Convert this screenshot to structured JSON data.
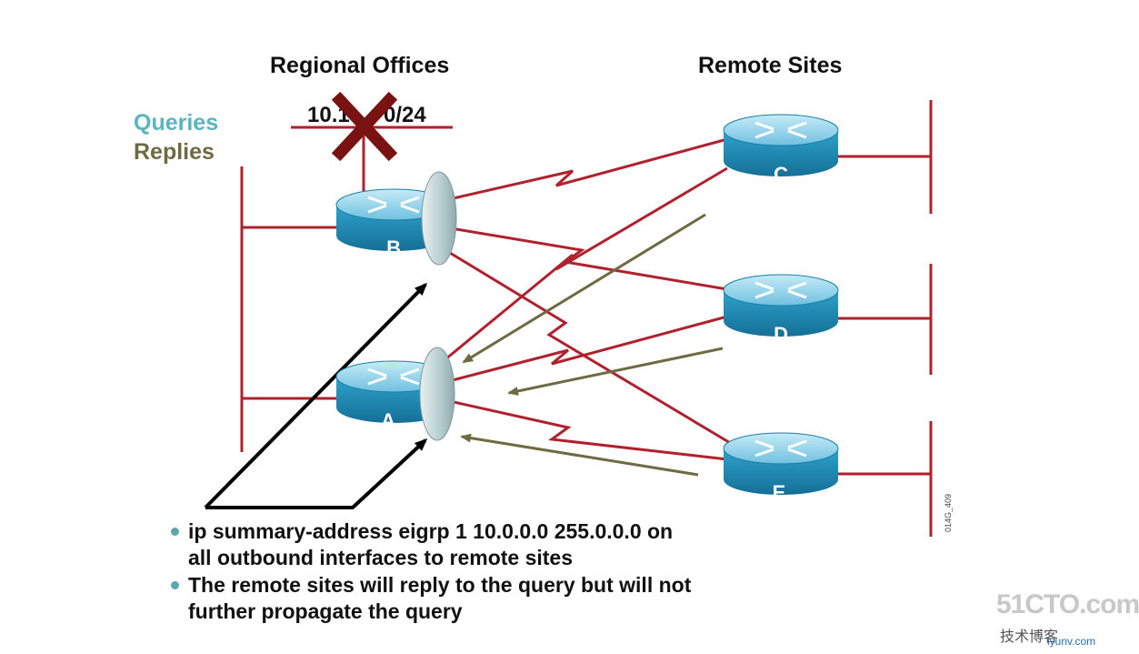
{
  "headings": {
    "regional_offices": "Regional Offices",
    "remote_sites": "Remote Sites"
  },
  "legend": {
    "queries": "Queries",
    "replies": "Replies",
    "queries_color": "#5ab5bf",
    "replies_color": "#6e6a42"
  },
  "subnet": {
    "label": "10.1",
    "label_tail": "0/24",
    "status": "failed"
  },
  "routers": {
    "a": "A",
    "b": "B",
    "c": "C",
    "d": "D",
    "e": "E"
  },
  "colors": {
    "link": "#b0212e",
    "router_body": "#1f8fb8",
    "router_top": "#9ad4ea",
    "filter_oval": "#bfd2d4",
    "x_mark": "#7a1212",
    "reply_arrow": "#6e6a42",
    "summary_arrow": "#000000"
  },
  "bullets": [
    {
      "line1": "ip summary-address eigrp 1 10.0.0.0 255.0.0.0 on",
      "line2": "all outbound interfaces to remote sites"
    },
    {
      "line1": "The remote sites will reply to the query but will not",
      "line2": "further propagate the query"
    }
  ],
  "figure_code": "014G_409",
  "watermark": {
    "brand": "51CTO.com",
    "sub": "技术博客",
    "url": "iyunv.com"
  }
}
